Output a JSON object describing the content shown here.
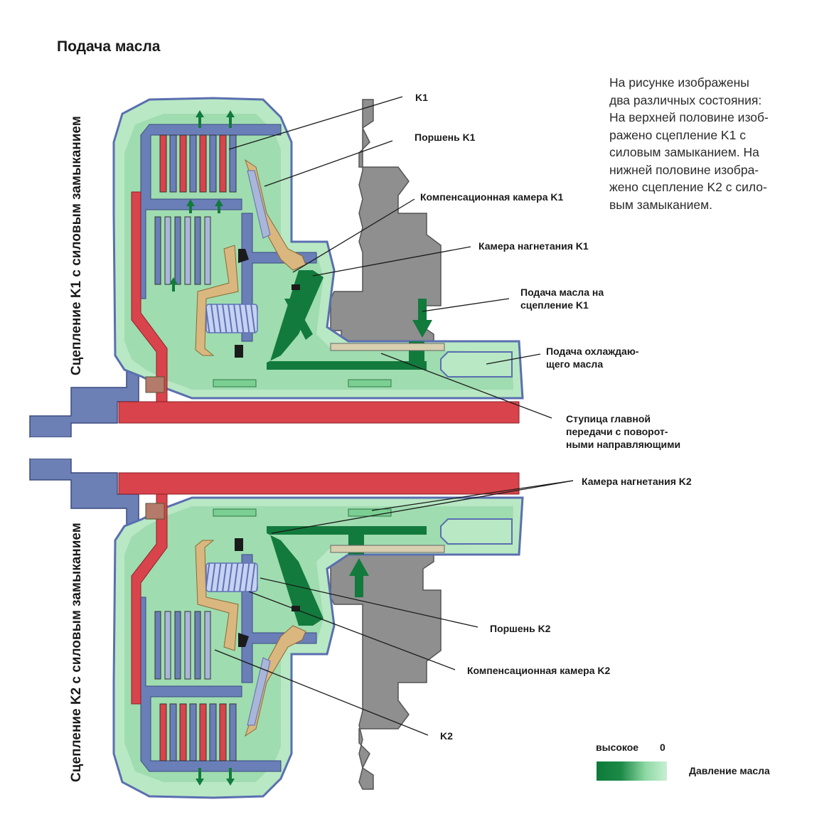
{
  "title": "Подача масла",
  "description_lines": [
    "На рисунке изображены",
    "два различных состояния:",
    "На верхней половине изоб-",
    "ражено сцепление K1 с",
    "силовым замыканием. На",
    "нижней половине изобра-",
    "жено сцепление K2 с сило-",
    "вым замыканием."
  ],
  "side_labels": {
    "upper": "Сцепление K1 с силовым замыканием",
    "lower": "Сцепление K2 с силовым замыканием"
  },
  "callouts": {
    "k1": "K1",
    "piston_k1": "Поршень K1",
    "comp_chamber_k1": "Компенсационная камера K1",
    "pressure_chamber_k1": "Камера нагнетания K1",
    "oil_supply_k1_line1": "Подача масла на",
    "oil_supply_k1_line2": "сцепление K1",
    "cooling_oil_line1": "Подача охлаждаю-",
    "cooling_oil_line2": "щего масла",
    "hub_line1": "Ступица главной",
    "hub_line2": "передачи с поворот-",
    "hub_line3": "ными направляющими",
    "pressure_chamber_k2": "Камера нагнетания K2",
    "piston_k2": "Поршень K2",
    "comp_chamber_k2": "Компенсационная камера K2",
    "k2": "K2"
  },
  "legend": {
    "high": "высокое",
    "zero": "0",
    "title": "Давление масла"
  },
  "colors": {
    "housing_gray": "#8c8c8c",
    "shaft_red": "#d9434b",
    "carrier_blue": "#6a7fb8",
    "oil_light_green": "#9fdcb0",
    "oil_dark_green": "#127a3c",
    "piston_tan": "#d9b77f",
    "spring_blue": "#a9b8e6"
  }
}
